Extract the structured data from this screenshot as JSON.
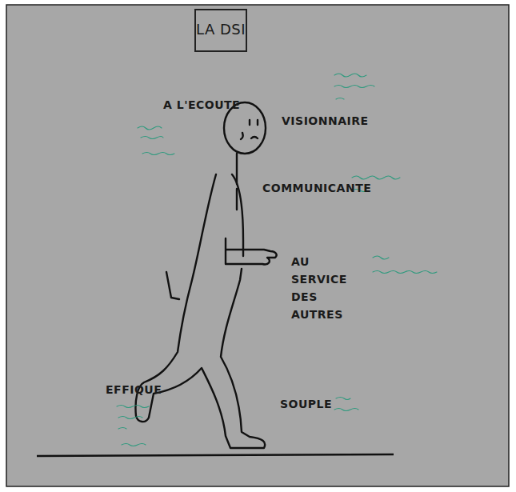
{
  "diagram": {
    "title": "LA DSI",
    "labels": [
      "A L'ECOUTE",
      "VISIONNAIRE",
      "COMMUNICANTE",
      "AU SERVICE DES AUTRES",
      "EFFIQUE",
      "SOUPLE"
    ]
  }
}
